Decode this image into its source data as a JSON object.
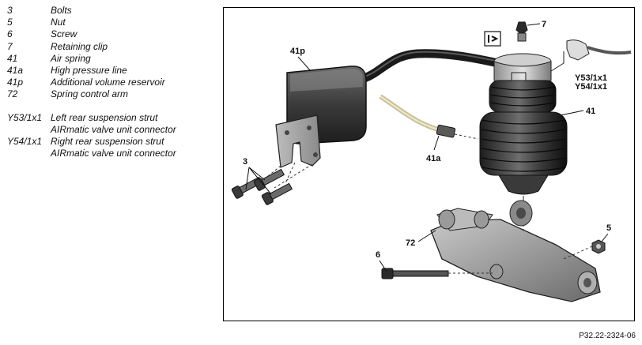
{
  "legend": {
    "items": [
      {
        "code": "3",
        "desc": "Bolts"
      },
      {
        "code": "5",
        "desc": "Nut"
      },
      {
        "code": "6",
        "desc": "Screw"
      },
      {
        "code": "7",
        "desc": "Retaining clip"
      },
      {
        "code": "41",
        "desc": "Air spring"
      },
      {
        "code": "41a",
        "desc": "High pressure line"
      },
      {
        "code": "41p",
        "desc": "Additional volume reservoir"
      },
      {
        "code": "72",
        "desc": "Spring control arm"
      }
    ],
    "connectors": [
      {
        "code": "Y53/1x1",
        "line1": "Left rear suspension strut",
        "line2": "AIRmatic valve unit connector"
      },
      {
        "code": "Y54/1x1",
        "line1": "Right rear suspension strut",
        "line2": "AIRmatic valve unit connector"
      }
    ]
  },
  "diagram": {
    "callouts": {
      "c7": "7",
      "c41p": "41p",
      "cY53": "Y53/1x1",
      "cY54": "Y54/1x1",
      "c41": "41",
      "c41a": "41a",
      "c3": "3",
      "c72": "72",
      "c5": "5",
      "c6": "6"
    }
  },
  "figure_id": "P32.22-2324-06"
}
